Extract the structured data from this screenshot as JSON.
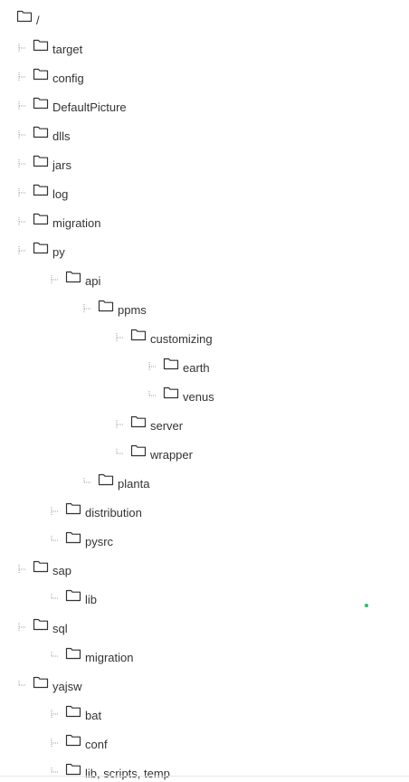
{
  "tree": {
    "nodes": [
      {
        "label": "/",
        "depth": 0,
        "connector": "none"
      },
      {
        "label": "target",
        "depth": 1,
        "connector": "tee"
      },
      {
        "label": "config",
        "depth": 1,
        "connector": "tee"
      },
      {
        "label": "DefaultPicture",
        "depth": 1,
        "connector": "tee"
      },
      {
        "label": "dlls",
        "depth": 1,
        "connector": "tee"
      },
      {
        "label": "jars",
        "depth": 1,
        "connector": "tee"
      },
      {
        "label": "log",
        "depth": 1,
        "connector": "tee"
      },
      {
        "label": "migration",
        "depth": 1,
        "connector": "tee"
      },
      {
        "label": "py",
        "depth": 1,
        "connector": "tee"
      },
      {
        "label": "api",
        "depth": 2,
        "connector": "tee"
      },
      {
        "label": "ppms",
        "depth": 3,
        "connector": "tee"
      },
      {
        "label": "customizing",
        "depth": 4,
        "connector": "tee"
      },
      {
        "label": "earth",
        "depth": 5,
        "connector": "tee"
      },
      {
        "label": "venus",
        "depth": 5,
        "connector": "elbow"
      },
      {
        "label": "server",
        "depth": 4,
        "connector": "tee"
      },
      {
        "label": "wrapper",
        "depth": 4,
        "connector": "elbow"
      },
      {
        "label": "planta",
        "depth": 3,
        "connector": "elbow"
      },
      {
        "label": "distribution",
        "depth": 2,
        "connector": "tee"
      },
      {
        "label": "pysrc",
        "depth": 2,
        "connector": "elbow"
      },
      {
        "label": "sap",
        "depth": 1,
        "connector": "tee"
      },
      {
        "label": "lib",
        "depth": 2,
        "connector": "elbow"
      },
      {
        "label": "sql",
        "depth": 1,
        "connector": "tee"
      },
      {
        "label": "migration",
        "depth": 2,
        "connector": "elbow"
      },
      {
        "label": "yajsw",
        "depth": 1,
        "connector": "elbow"
      },
      {
        "label": "bat",
        "depth": 2,
        "connector": "tee"
      },
      {
        "label": "conf",
        "depth": 2,
        "connector": "tee"
      },
      {
        "label": "lib, scripts, temp",
        "depth": 2,
        "connector": "elbow"
      }
    ]
  },
  "icons": {
    "folder": "folder-icon",
    "status": "green-dot-icon"
  },
  "colors": {
    "text": "#333333",
    "icon_stroke": "#333333",
    "connector": "#9aa0a6",
    "status_dot": "#22c55e"
  }
}
